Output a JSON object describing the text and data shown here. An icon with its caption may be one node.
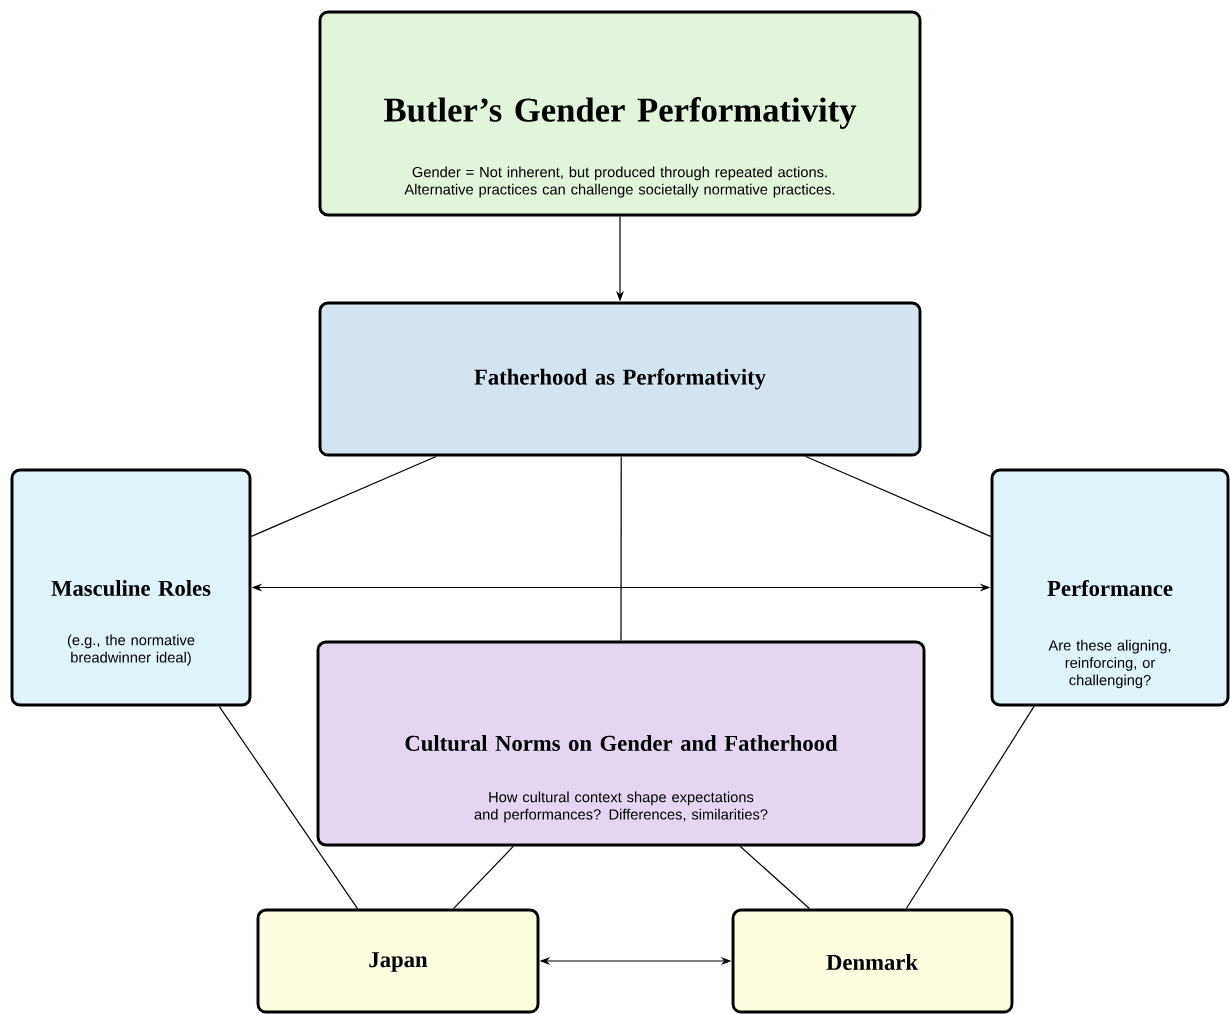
{
  "diagram": {
    "nodes": [
      {
        "text": [
          "Butler’s Gender Performativity",
          "Gender = Not inherent, but produced through repeated actions. Alternative practices can challenge societally normative practices."
        ]
      },
      {
        "text": [
          "Fatherhood as Performativity"
        ]
      },
      {
        "text": [
          "Masculine Roles",
          "(e.g., the normative breadwinner ideal)"
        ]
      },
      {
        "text": [
          "Performance",
          "Are these aligning, reinforcing, or challenging?"
        ]
      },
      {
        "text": [
          "Cultural Norms on Gender and Fatherhood",
          "How cultural context shape expectations and performances? Differences, similarities?"
        ]
      },
      {
        "text": [
          "Japan"
        ]
      },
      {
        "text": [
          "Denmark"
        ]
      }
    ],
    "edges": [
      {
        "from": 0,
        "to": 1,
        "arrow": "to"
      },
      {
        "from": 1,
        "to": 2,
        "arrow": "none"
      },
      {
        "from": 1,
        "to": 3,
        "arrow": "none"
      },
      {
        "from": 1,
        "to": 4,
        "arrow": "none"
      },
      {
        "from": 2,
        "to": 3,
        "arrow": "both"
      },
      {
        "from": 2,
        "to": 5,
        "arrow": "none"
      },
      {
        "from": 4,
        "to": 5,
        "arrow": "none"
      },
      {
        "from": 4,
        "to": 6,
        "arrow": "none"
      },
      {
        "from": 3,
        "to": 6,
        "arrow": "none"
      },
      {
        "from": 5,
        "to": 6,
        "arrow": "both"
      }
    ]
  }
}
